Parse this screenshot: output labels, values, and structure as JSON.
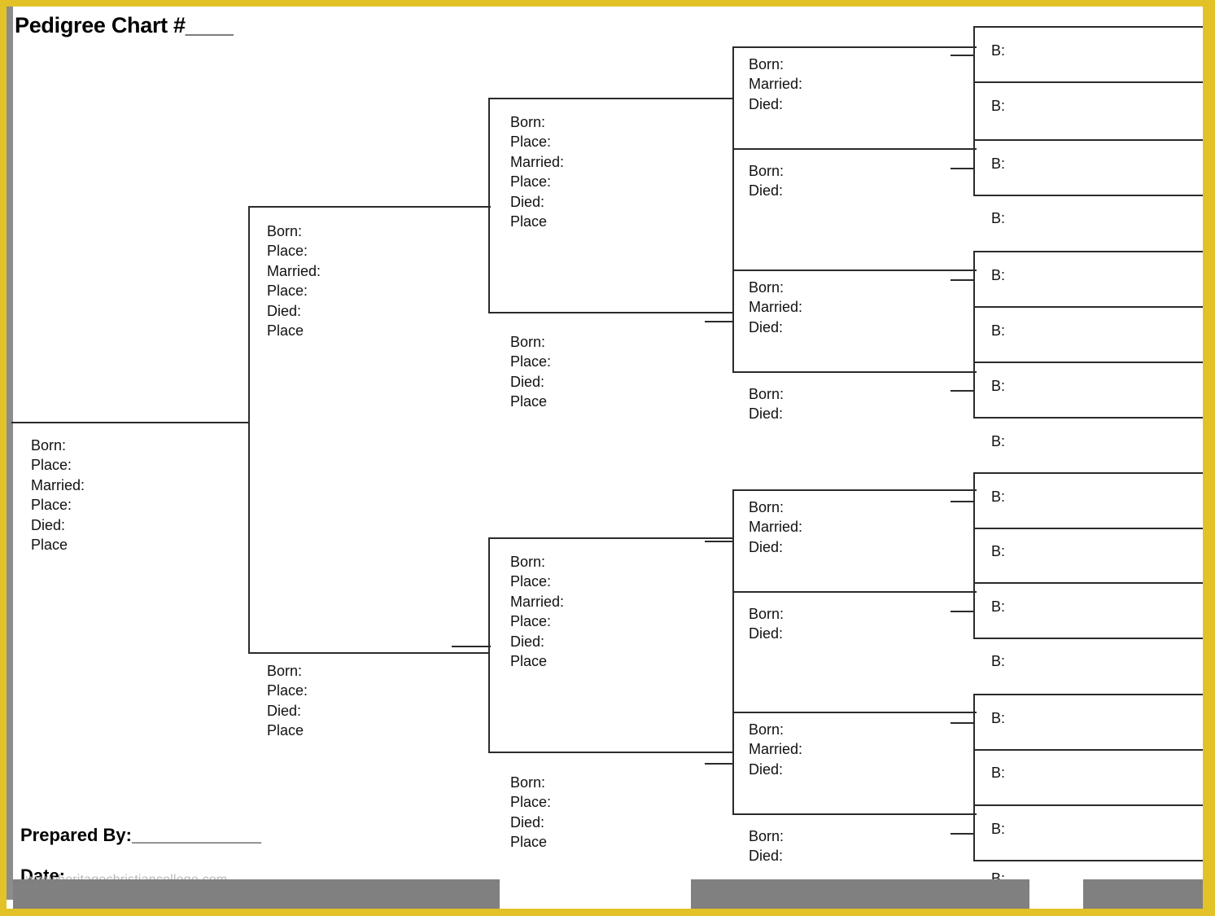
{
  "document": {
    "title": "Pedigree Chart #____",
    "watermark": "www.heritagechristiancollege.com"
  },
  "footer": {
    "prepared_by": "Prepared By:_____________",
    "date": "Date:______ ___________"
  },
  "colors": {
    "border_outer": "#E3C227",
    "border_inner_gray": "#8c8c8c",
    "bottom_bar": "#808080",
    "line": "#2b2b2b",
    "text": "#111111",
    "watermark": "#b9b9b9"
  },
  "field_labels": {
    "born": "Born:",
    "place": "Place:",
    "married": "Married:",
    "place_last": "Place",
    "died": "Died:",
    "b_short": "B:"
  },
  "chart_data": {
    "type": "diagram",
    "chart_kind": "pedigree-chart",
    "generations": 5,
    "generation_field_sets": {
      "g1_person": [
        "Born:",
        "Place:",
        "Married:",
        "Place:",
        "Died:",
        "Place"
      ],
      "g2_father": [
        "Born:",
        "Place:",
        "Married:",
        "Place:",
        "Died:",
        "Place"
      ],
      "g2_mother": [
        "Born:",
        "Place:",
        "Died:",
        "Place"
      ],
      "g3_father": [
        "Born:",
        "Place:",
        "Married:",
        "Place:",
        "Died:",
        "Place"
      ],
      "g3_mother": [
        "Born:",
        "Place:",
        "Died:",
        "Place"
      ],
      "g4_father": [
        "Born:",
        "Married:",
        "Died:"
      ],
      "g4_mother": [
        "Born:",
        "Died:"
      ],
      "g5_any": [
        "B:"
      ]
    },
    "nodes": {
      "generation_1": [
        {
          "id": "g1-self",
          "role": "self",
          "boxed": false,
          "fields": [
            "Born:",
            "Place:",
            "Married:",
            "Place:",
            "Died:",
            "Place"
          ]
        }
      ],
      "generation_2": [
        {
          "id": "g2-father",
          "role": "father",
          "boxed": true,
          "fields": [
            "Born:",
            "Place:",
            "Married:",
            "Place:",
            "Died:",
            "Place"
          ]
        },
        {
          "id": "g2-mother",
          "role": "mother",
          "boxed": false,
          "fields": [
            "Born:",
            "Place:",
            "Died:",
            "Place"
          ]
        }
      ],
      "generation_3": [
        {
          "id": "g3-1",
          "role": "father",
          "boxed": true,
          "fields": [
            "Born:",
            "Place:",
            "Married:",
            "Place:",
            "Died:",
            "Place"
          ]
        },
        {
          "id": "g3-2",
          "role": "mother",
          "boxed": false,
          "fields": [
            "Born:",
            "Place:",
            "Died:",
            "Place"
          ]
        },
        {
          "id": "g3-3",
          "role": "father",
          "boxed": true,
          "fields": [
            "Born:",
            "Place:",
            "Married:",
            "Place:",
            "Died:",
            "Place"
          ]
        },
        {
          "id": "g3-4",
          "role": "mother",
          "boxed": false,
          "fields": [
            "Born:",
            "Place:",
            "Died:",
            "Place"
          ]
        }
      ],
      "generation_4": [
        {
          "id": "g4-1",
          "role": "father",
          "boxed": true,
          "fields": [
            "Born:",
            "Married:",
            "Died:"
          ]
        },
        {
          "id": "g4-2",
          "role": "mother",
          "boxed": false,
          "fields": [
            "Born:",
            "Died:"
          ]
        },
        {
          "id": "g4-3",
          "role": "father",
          "boxed": true,
          "fields": [
            "Born:",
            "Married:",
            "Died:"
          ]
        },
        {
          "id": "g4-4",
          "role": "mother",
          "boxed": false,
          "fields": [
            "Born:",
            "Died:"
          ]
        },
        {
          "id": "g4-5",
          "role": "father",
          "boxed": true,
          "fields": [
            "Born:",
            "Married:",
            "Died:"
          ]
        },
        {
          "id": "g4-6",
          "role": "mother",
          "boxed": false,
          "fields": [
            "Born:",
            "Died:"
          ]
        },
        {
          "id": "g4-7",
          "role": "father",
          "boxed": true,
          "fields": [
            "Born:",
            "Married:",
            "Died:"
          ]
        },
        {
          "id": "g4-8",
          "role": "mother",
          "boxed": false,
          "fields": [
            "Born:",
            "Died:"
          ]
        }
      ],
      "generation_5": [
        {
          "id": "g5-1",
          "role": "father",
          "boxed": true,
          "fields": [
            "B:"
          ]
        },
        {
          "id": "g5-2",
          "role": "mother",
          "boxed": false,
          "fields": [
            "B:"
          ]
        },
        {
          "id": "g5-3",
          "role": "father",
          "boxed": true,
          "fields": [
            "B:"
          ]
        },
        {
          "id": "g5-4",
          "role": "mother",
          "boxed": false,
          "fields": [
            "B:"
          ]
        },
        {
          "id": "g5-5",
          "role": "father",
          "boxed": true,
          "fields": [
            "B:"
          ]
        },
        {
          "id": "g5-6",
          "role": "mother",
          "boxed": false,
          "fields": [
            "B:"
          ]
        },
        {
          "id": "g5-7",
          "role": "father",
          "boxed": true,
          "fields": [
            "B:"
          ]
        },
        {
          "id": "g5-8",
          "role": "mother",
          "boxed": false,
          "fields": [
            "B:"
          ]
        },
        {
          "id": "g5-9",
          "role": "father",
          "boxed": true,
          "fields": [
            "B:"
          ]
        },
        {
          "id": "g5-10",
          "role": "mother",
          "boxed": false,
          "fields": [
            "B:"
          ]
        },
        {
          "id": "g5-11",
          "role": "father",
          "boxed": true,
          "fields": [
            "B:"
          ]
        },
        {
          "id": "g5-12",
          "role": "mother",
          "boxed": false,
          "fields": [
            "B:"
          ]
        },
        {
          "id": "g5-13",
          "role": "father",
          "boxed": true,
          "fields": [
            "B:"
          ]
        },
        {
          "id": "g5-14",
          "role": "mother",
          "boxed": false,
          "fields": [
            "B:"
          ]
        },
        {
          "id": "g5-15",
          "role": "father",
          "boxed": true,
          "fields": [
            "B:"
          ]
        },
        {
          "id": "g5-16",
          "role": "mother",
          "boxed": false,
          "fields": [
            "B:"
          ]
        }
      ]
    }
  }
}
